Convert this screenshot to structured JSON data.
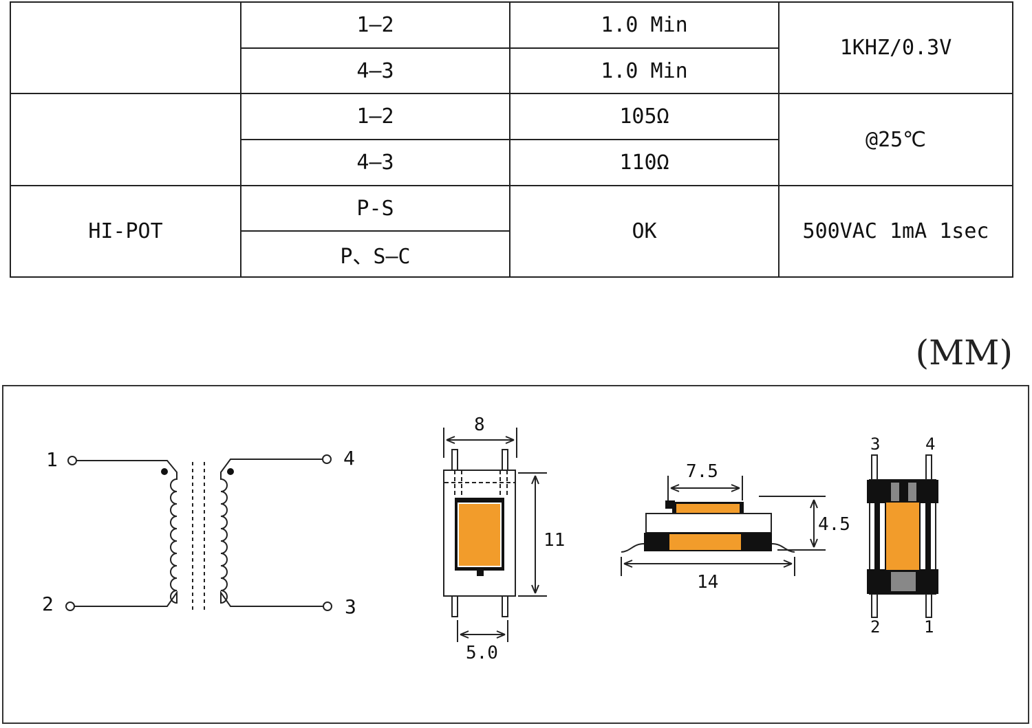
{
  "table": {
    "rows": [
      {
        "param": "",
        "pins": "1—2",
        "value": "1.0 Min",
        "condition": "1KHZ/0.3V"
      },
      {
        "pins": "4—3",
        "value": "1.0 Min"
      },
      {
        "param": "",
        "pins": "1—2",
        "value": "105Ω",
        "condition": "@25℃"
      },
      {
        "pins": "4—3",
        "value": "110Ω"
      },
      {
        "param": "HI-POT",
        "pins": "P-S",
        "value": "OK",
        "condition": "500VAC 1mA 1sec"
      },
      {
        "pins": "P、S—C"
      }
    ]
  },
  "unit": "(MM)",
  "schematic": {
    "pin1": "1",
    "pin2": "2",
    "pin3": "3",
    "pin4": "4"
  },
  "top_view": {
    "width_dim": "8",
    "height_dim": "11",
    "pitch_dim": "5.0"
  },
  "side_view": {
    "top_dim": "7.5",
    "height_dim": "4.5",
    "total_dim": "14"
  },
  "bottom_view": {
    "pin3": "3",
    "pin4": "4",
    "pin2": "2",
    "pin1": "1"
  },
  "colors": {
    "core": "#f29c2b",
    "body": "#111111",
    "line": "#222222"
  }
}
